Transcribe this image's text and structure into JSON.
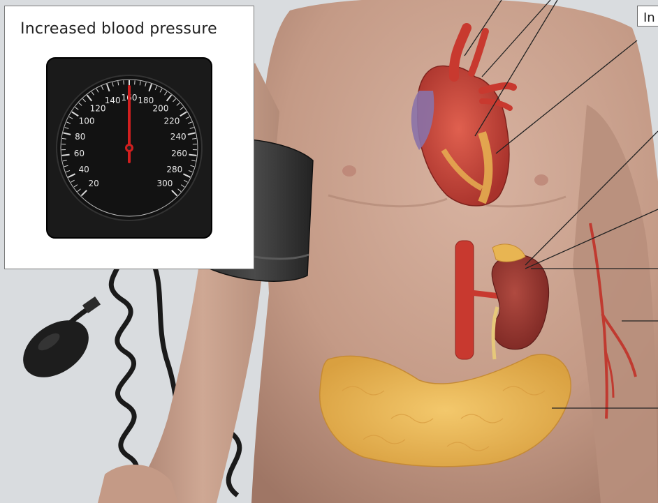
{
  "panel": {
    "title": "Increased blood pressure"
  },
  "edge_label": {
    "text": "In"
  },
  "gauge": {
    "ticks": [
      "20",
      "40",
      "60",
      "80",
      "100",
      "120",
      "140",
      "160",
      "180",
      "200",
      "220",
      "240",
      "260",
      "280",
      "300"
    ],
    "reading": 160
  },
  "colors": {
    "background": "#d9dcdf",
    "skin": "#c49a86",
    "heart": "#c9443a",
    "artery": "#c8392f",
    "kidney": "#8f2e2a",
    "fat": "#e8b552",
    "gauge_face": "#1a1a1a",
    "cuff": "#3a3a3a",
    "needle": "#d11f1f"
  },
  "icons": [
    "sphygmomanometer-icon",
    "heart-icon",
    "kidney-icon",
    "aorta-icon",
    "blood-vessel-icon",
    "visceral-fat-icon",
    "inflation-bulb-icon",
    "cuff-icon"
  ]
}
